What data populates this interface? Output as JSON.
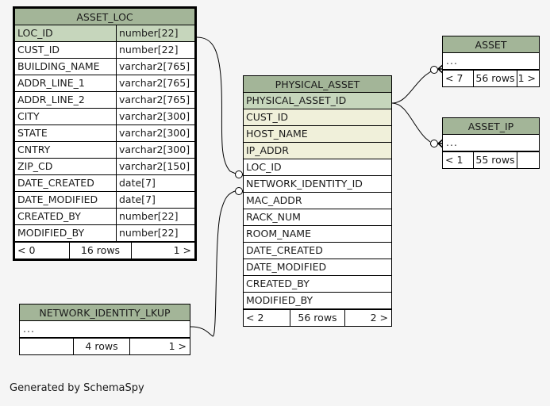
{
  "page": {
    "background": "#f5f5f5",
    "caption": "Generated by SchemaSpy",
    "colors": {
      "header": "#a3b598",
      "primary_key_row": "#c6d6bc",
      "indexed_row": "#f0f0da",
      "plain_row": "#ffffff",
      "border": "#000000"
    }
  },
  "tables": {
    "asset_loc": {
      "title": "ASSET_LOC",
      "columns": [
        {
          "name": "LOC_ID",
          "type": "number[22]",
          "style": "pk"
        },
        {
          "name": "CUST_ID",
          "type": "number[22]",
          "style": "plain"
        },
        {
          "name": "BUILDING_NAME",
          "type": "varchar2[765]",
          "style": "plain"
        },
        {
          "name": "ADDR_LINE_1",
          "type": "varchar2[765]",
          "style": "plain"
        },
        {
          "name": "ADDR_LINE_2",
          "type": "varchar2[765]",
          "style": "plain"
        },
        {
          "name": "CITY",
          "type": "varchar2[300]",
          "style": "plain"
        },
        {
          "name": "STATE",
          "type": "varchar2[300]",
          "style": "plain"
        },
        {
          "name": "CNTRY",
          "type": "varchar2[300]",
          "style": "plain"
        },
        {
          "name": "ZIP_CD",
          "type": "varchar2[150]",
          "style": "plain"
        },
        {
          "name": "DATE_CREATED",
          "type": "date[7]",
          "style": "plain"
        },
        {
          "name": "DATE_MODIFIED",
          "type": "date[7]",
          "style": "plain"
        },
        {
          "name": "CREATED_BY",
          "type": "number[22]",
          "style": "plain"
        },
        {
          "name": "MODIFIED_BY",
          "type": "number[22]",
          "style": "plain"
        }
      ],
      "footer": {
        "left": "< 0",
        "middle": "16 rows",
        "right": "1 >"
      }
    },
    "physical_asset": {
      "title": "PHYSICAL_ASSET",
      "columns": [
        {
          "name": "PHYSICAL_ASSET_ID",
          "type": "",
          "style": "pk"
        },
        {
          "name": "CUST_ID",
          "type": "",
          "style": "idx"
        },
        {
          "name": "HOST_NAME",
          "type": "",
          "style": "idx"
        },
        {
          "name": "IP_ADDR",
          "type": "",
          "style": "idx"
        },
        {
          "name": "LOC_ID",
          "type": "",
          "style": "plain"
        },
        {
          "name": "NETWORK_IDENTITY_ID",
          "type": "",
          "style": "plain"
        },
        {
          "name": "MAC_ADDR",
          "type": "",
          "style": "plain"
        },
        {
          "name": "RACK_NUM",
          "type": "",
          "style": "plain"
        },
        {
          "name": "ROOM_NAME",
          "type": "",
          "style": "plain"
        },
        {
          "name": "DATE_CREATED",
          "type": "",
          "style": "plain"
        },
        {
          "name": "DATE_MODIFIED",
          "type": "",
          "style": "plain"
        },
        {
          "name": "CREATED_BY",
          "type": "",
          "style": "plain"
        },
        {
          "name": "MODIFIED_BY",
          "type": "",
          "style": "plain"
        }
      ],
      "footer": {
        "left": "< 2",
        "middle": "56 rows",
        "right": "2 >"
      }
    },
    "asset": {
      "title": "ASSET",
      "ellipsis": "...",
      "footer": {
        "left": "< 7",
        "middle": "56 rows",
        "right": "1 >"
      }
    },
    "asset_ip": {
      "title": "ASSET_IP",
      "ellipsis": "...",
      "footer": {
        "left": "< 1",
        "middle": "55 rows",
        "right": ""
      }
    },
    "network_identity_lkup": {
      "title": "NETWORK_IDENTITY_LKUP",
      "ellipsis": "...",
      "footer": {
        "left": "",
        "middle": "4 rows",
        "right": "1 >"
      }
    }
  }
}
